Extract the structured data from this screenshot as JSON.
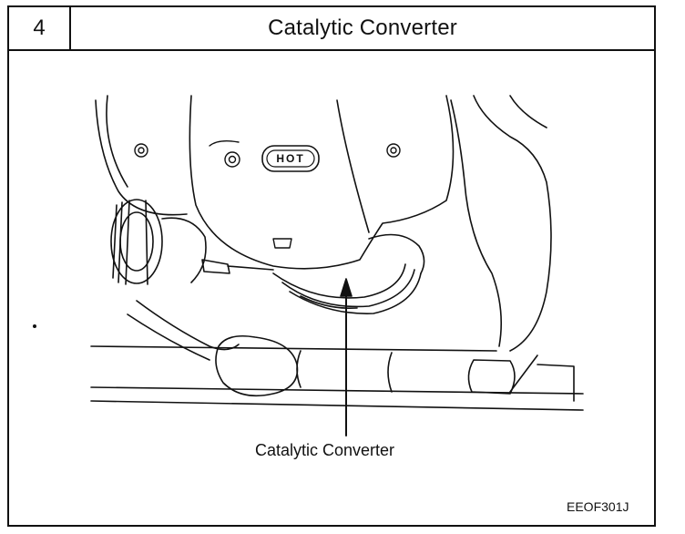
{
  "header": {
    "step_number": "4",
    "title": "Catalytic Converter"
  },
  "figure": {
    "callout_label": "Catalytic Converter",
    "hot_label": "HOT",
    "figure_code": "EEOF301J"
  }
}
